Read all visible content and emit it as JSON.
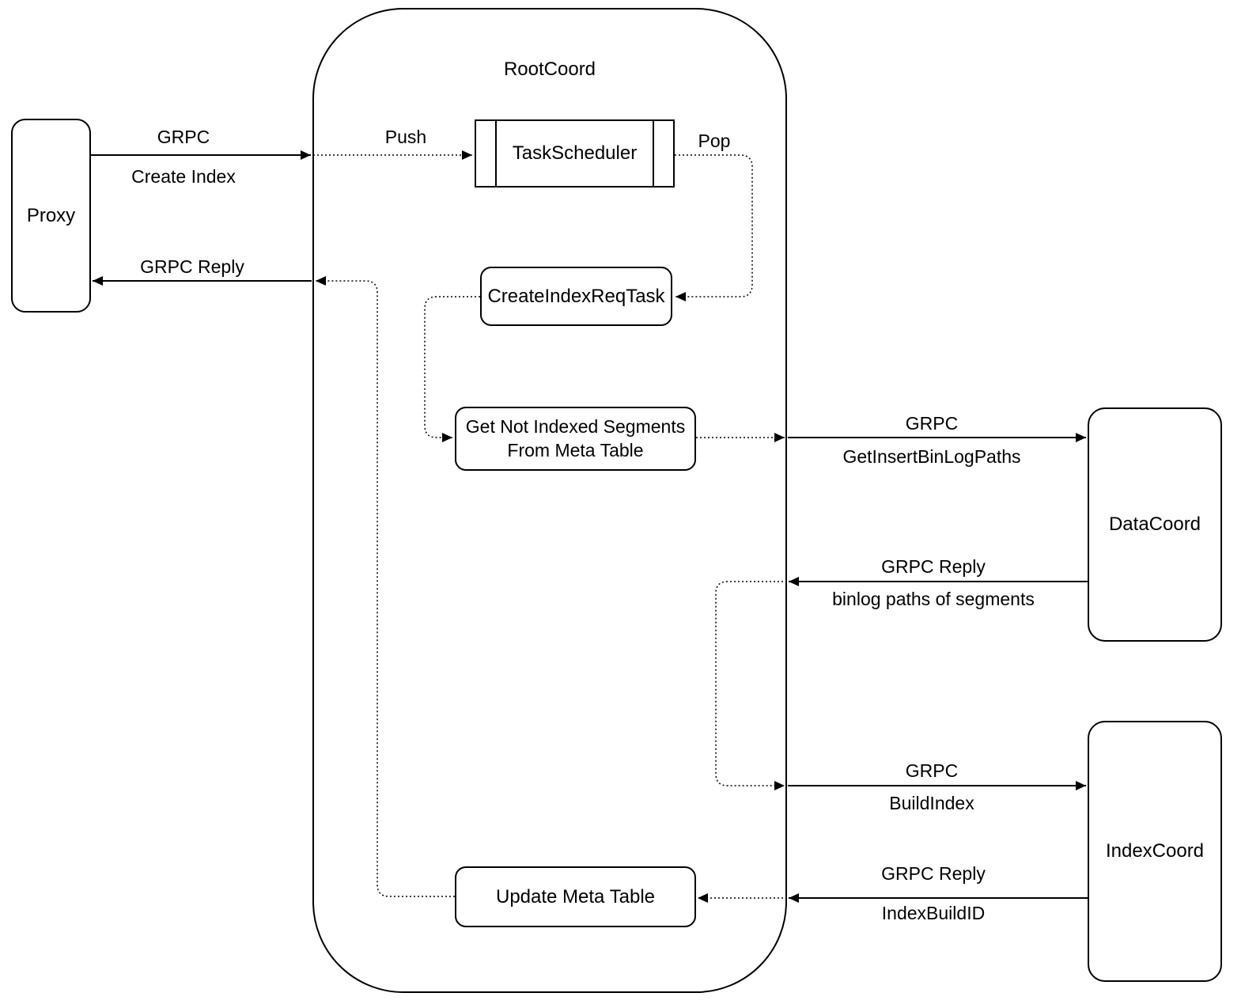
{
  "diagram": {
    "nodes": {
      "proxy": "Proxy",
      "rootcoord": "RootCoord",
      "taskscheduler": "TaskScheduler",
      "create_index_req_task": "CreateIndexReqTask",
      "get_not_indexed_line1": "Get Not Indexed Segments",
      "get_not_indexed_line2": "From Meta Table",
      "update_meta_table": "Update Meta Table",
      "datacoord": "DataCoord",
      "indexcoord": "IndexCoord"
    },
    "edges": {
      "proxy_to_root_line1": "GRPC",
      "proxy_to_root_line2": "Create Index",
      "push": "Push",
      "pop": "Pop",
      "root_to_proxy_reply": "GRPC Reply",
      "root_to_data_line1": "GRPC",
      "root_to_data_line2": "GetInsertBinLogPaths",
      "data_to_root_line1": "GRPC Reply",
      "data_to_root_line2": "binlog paths of segments",
      "root_to_index_line1": "GRPC",
      "root_to_index_line2": "BuildIndex",
      "index_to_root_line1": "GRPC Reply",
      "index_to_root_line2": "IndexBuildID"
    },
    "colors": {
      "stroke": "#000000",
      "background": "#ffffff"
    }
  }
}
